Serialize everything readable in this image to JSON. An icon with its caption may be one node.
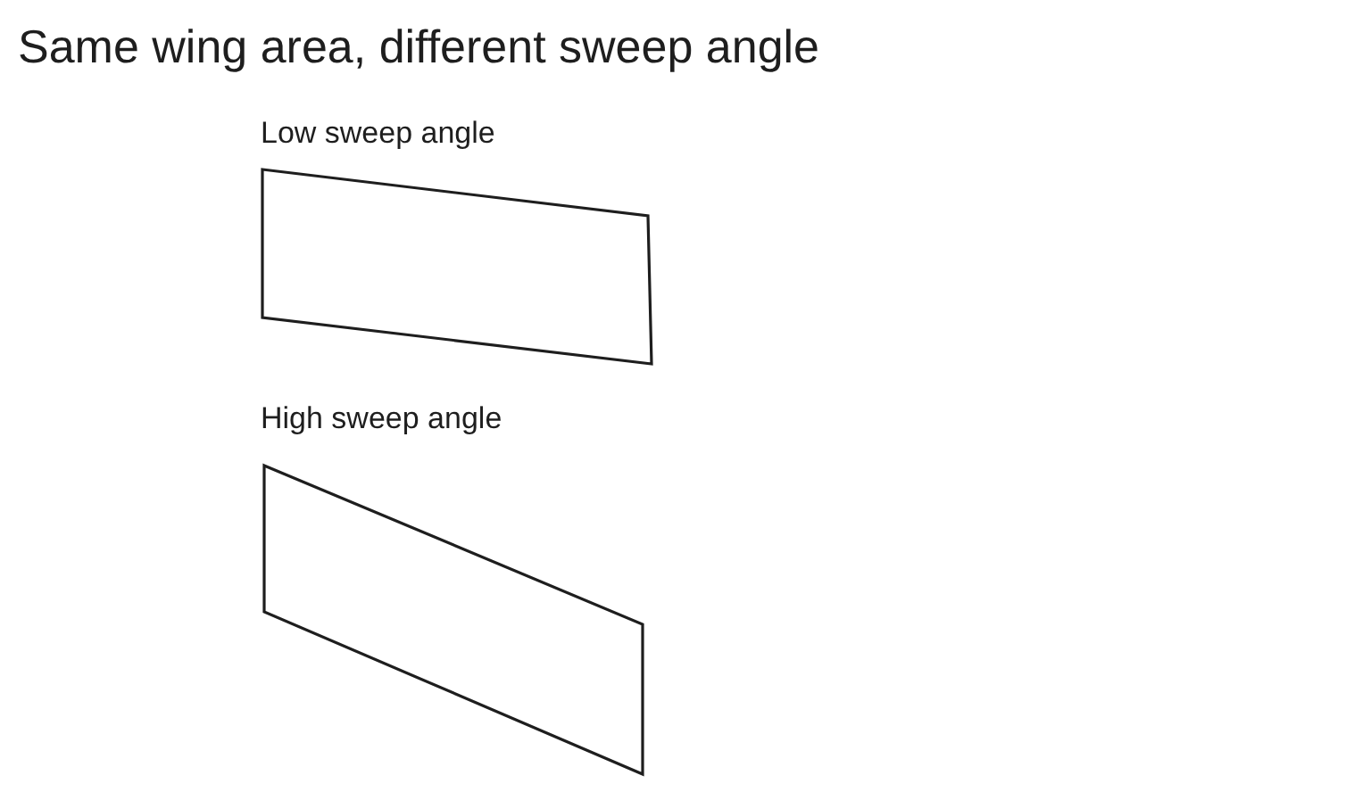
{
  "diagram": {
    "title": "Same wing area, different sweep angle",
    "nodes": [
      {
        "text": [
          "Low sweep angle"
        ]
      },
      {
        "text": [
          "High sweep angle"
        ]
      }
    ]
  }
}
